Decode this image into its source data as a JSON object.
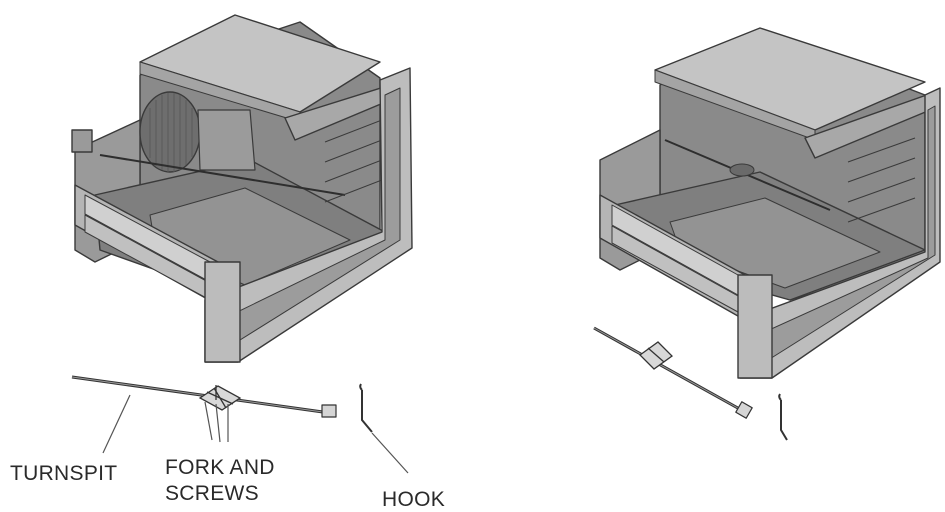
{
  "labels": {
    "turnspit": "TURNSPIT",
    "fork_line1": "FORK AND",
    "fork_line2": "SCREWS",
    "hook": "HOOK"
  },
  "colors": {
    "line": "#3a3a3a",
    "panel_light": "#c9c9c9",
    "panel_mid": "#a9a9a9",
    "panel_dark": "#8c8c8c",
    "cavity": "#7a7a7a",
    "floor": "#8f8f8f",
    "label_text": "#2a2a2a"
  }
}
